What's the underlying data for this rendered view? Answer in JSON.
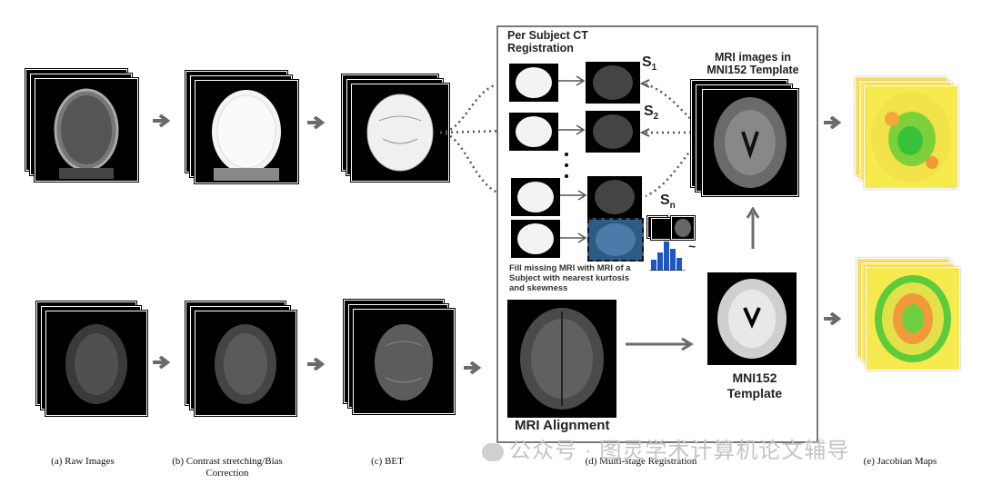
{
  "panels": {
    "per_subject_title": "Per Subject CT Registration",
    "mri_template_title": "MRI images in MNI152 Template",
    "s1": "S",
    "s1_sub": "1",
    "s2": "S",
    "s2_sub": "2",
    "sn": "S",
    "sn_sub": "n",
    "fill_note": "Fill missing MRI with MRI of a Subject with nearest kurtosis and skewness",
    "tilde": "~",
    "mni_label": "MNI152 Template",
    "mri_alignment": "MRI Alignment"
  },
  "captions": {
    "a": "(a) Raw Images",
    "b": "(b) Contrast stretching/Bias Correction",
    "c": "(c) BET",
    "d": "(d) Multi-stage Registration",
    "e": "(e) Jacobian Maps"
  },
  "watermark": "公众号 · 图灵学术计算机论文辅导",
  "colors": {
    "arrow": "#6b6b6b",
    "box": "#7a7a7a",
    "jacobian_warm": "#f5e04a",
    "jacobian_green": "#38c23a"
  }
}
